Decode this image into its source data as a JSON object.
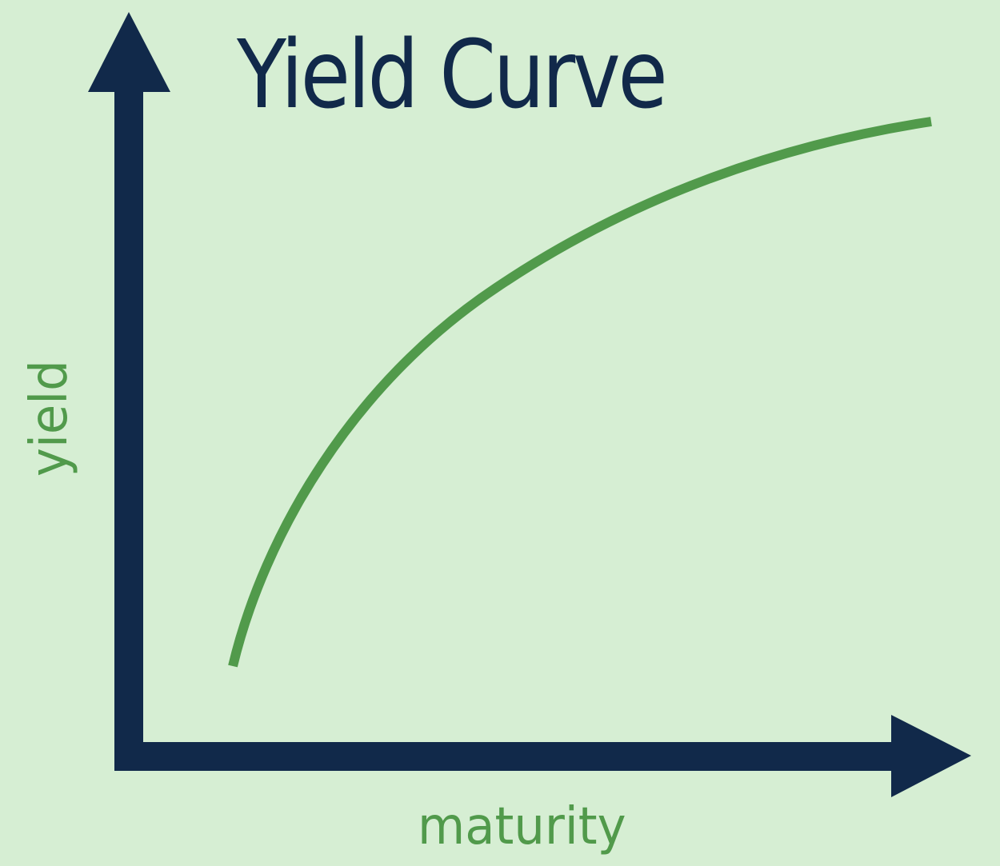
{
  "colors": {
    "background": "#d6eed3",
    "axis": "#11294a",
    "curve": "#519a4b",
    "title": "#11294a",
    "axis_label": "#519a4b"
  },
  "chart_data": {
    "type": "line",
    "title": "Yield Curve",
    "xlabel": "maturity",
    "ylabel": "yield",
    "grid": false,
    "legend": null,
    "axis_ticks": false,
    "series": [
      {
        "name": "yield curve",
        "shape": "concave increasing (normal yield curve)",
        "x": [
          0.0,
          0.05,
          0.1,
          0.2,
          0.35,
          0.5,
          0.7,
          0.85,
          1.0
        ],
        "y": [
          0.0,
          0.14,
          0.26,
          0.44,
          0.62,
          0.75,
          0.87,
          0.94,
          1.0
        ]
      }
    ]
  },
  "title": "Yield Curve",
  "x_axis_label": "maturity",
  "y_axis_label": "yield"
}
